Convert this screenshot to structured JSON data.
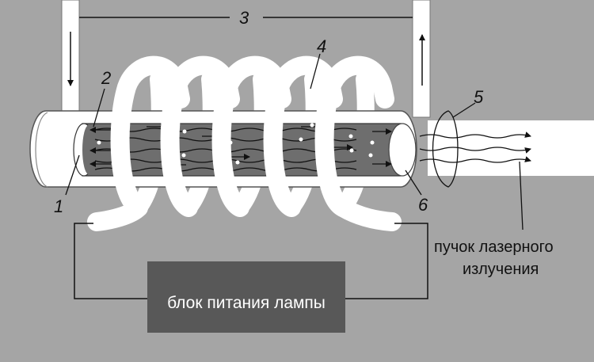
{
  "labels": {
    "n1": "1",
    "n2": "2",
    "n3": "3",
    "n4": "4",
    "n5": "5",
    "n6": "6"
  },
  "beam_caption": {
    "line1": "пучок лазерного",
    "line2": "излучения"
  },
  "power_unit": "блок питания лампы",
  "colors": {
    "background": "#a5a5a5",
    "tube_white": "#ffffff",
    "rod_gray": "#6e6e6e",
    "power_box": "#585858",
    "ink": "#111111"
  }
}
